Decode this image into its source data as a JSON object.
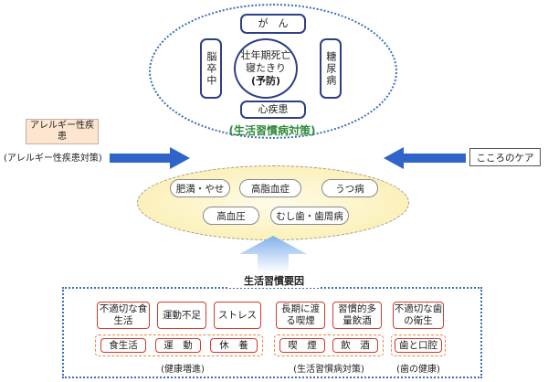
{
  "top": {
    "cancer": "が　ん",
    "stroke": "脳卒中",
    "diabetes": "糖尿病",
    "heart": "心疾患",
    "center_line1": "壮年期死亡",
    "center_line2": "寝たきり",
    "center_line3": "(予防)",
    "title": "(生活習慣病対策)"
  },
  "left_box": {
    "title": "アレルギー性疾患",
    "caption": "(アレルギー性疾患対策)"
  },
  "right_box": {
    "title": "こころのケア"
  },
  "middle": {
    "items": [
      "肥満・やせ",
      "高脂血症",
      "うつ病",
      "高血圧",
      "むし歯・歯周病"
    ]
  },
  "bottom": {
    "title": "生活習慣要因",
    "red_boxes": [
      "不適切な食生活",
      "運動不足",
      "ストレス",
      "長期に渡る喫煙",
      "習慣的多量飲酒",
      "不適切な歯の衛生"
    ],
    "orange_items": [
      "食生活",
      "運　動",
      "休　養",
      "喫　煙",
      "飲　酒",
      "歯と口腔"
    ],
    "footers": [
      "(健康増進)",
      "(生活習慣病対策)",
      "(歯の健康)"
    ]
  },
  "colors": {
    "navy": "#2d3f86",
    "blue_arrow": "#2f64c8",
    "green": "#2e8b3a",
    "red": "#d23a2a",
    "orange": "#e08a3a"
  }
}
